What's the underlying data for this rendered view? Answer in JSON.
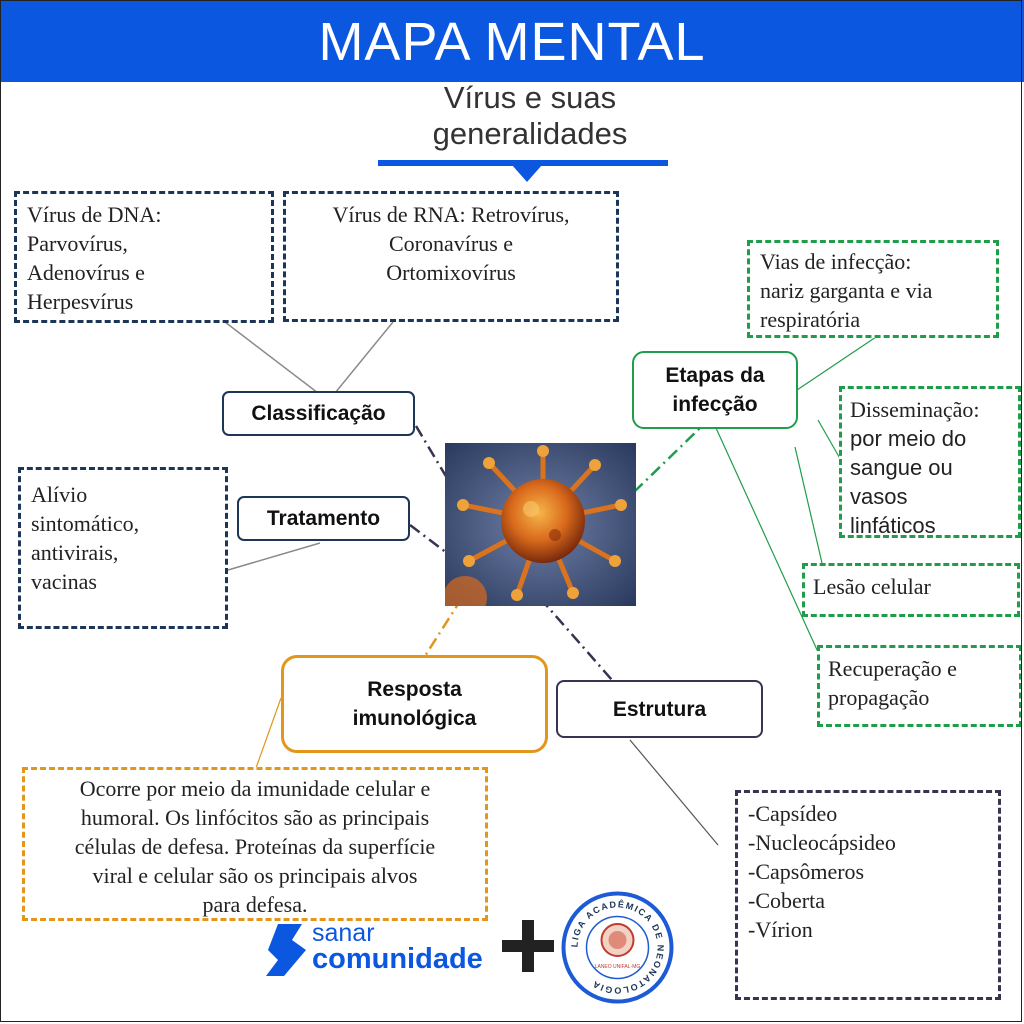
{
  "header": {
    "title": "MAPA MENTAL"
  },
  "subtitle": {
    "line1": "Vírus e suas",
    "line2": "generalidades"
  },
  "nodes": {
    "classificacao": "Classificação",
    "tratamento": "Tratamento",
    "etapas": {
      "line1": "Etapas da",
      "line2": "infecção"
    },
    "resposta": {
      "line1": "Resposta",
      "line2": "imunológica"
    },
    "estrutura": "Estrutura"
  },
  "boxes": {
    "dna": [
      "Vírus de DNA:",
      "Parvovírus,",
      "Adenovírus e",
      "Herpesvírus"
    ],
    "rna": [
      "Vírus de RNA: Retrovírus,",
      "Coronavírus e",
      "Ortomixovírus"
    ],
    "tratamento": [
      "Alívio",
      "sintomático,",
      "antivirais,",
      "vacinas"
    ],
    "vias": [
      "Vias de infecção:",
      "nariz garganta e via",
      "respiratória"
    ],
    "disseminacao": [
      "Disseminação:",
      "por meio do",
      "sangue ou",
      "vasos",
      "linfáticos"
    ],
    "lesao": "Lesão celular",
    "recuperacao": [
      "Recuperação e",
      "propagação"
    ],
    "resposta": [
      "Ocorre por meio da imunidade celular e",
      "humoral. Os linfócitos são as principais",
      "células de defesa. Proteínas da superfície",
      "viral e celular são os principais alvos",
      "para defesa."
    ],
    "estrutura": [
      "-Capsídeo",
      "-Nucleocápsideo",
      "-Capsômeros",
      "-Coberta",
      "-Vírion"
    ]
  },
  "logos": {
    "sanar_line1": "sanar",
    "sanar_line2": "comunidade",
    "liga_ring_text": "LIGA ACADÊMICA DE NEONATOLOGIA",
    "liga_small": "LANEO UNIFAL-MG"
  },
  "colors": {
    "header_blue": "#0b57e0",
    "navy": "#1d3557",
    "green": "#1f9d4a",
    "purple": "#3b3150",
    "orange": "#e3961c"
  },
  "icons": [
    "virus-image",
    "sanar-logo-icon",
    "plus-icon",
    "liga-academica-logo"
  ]
}
